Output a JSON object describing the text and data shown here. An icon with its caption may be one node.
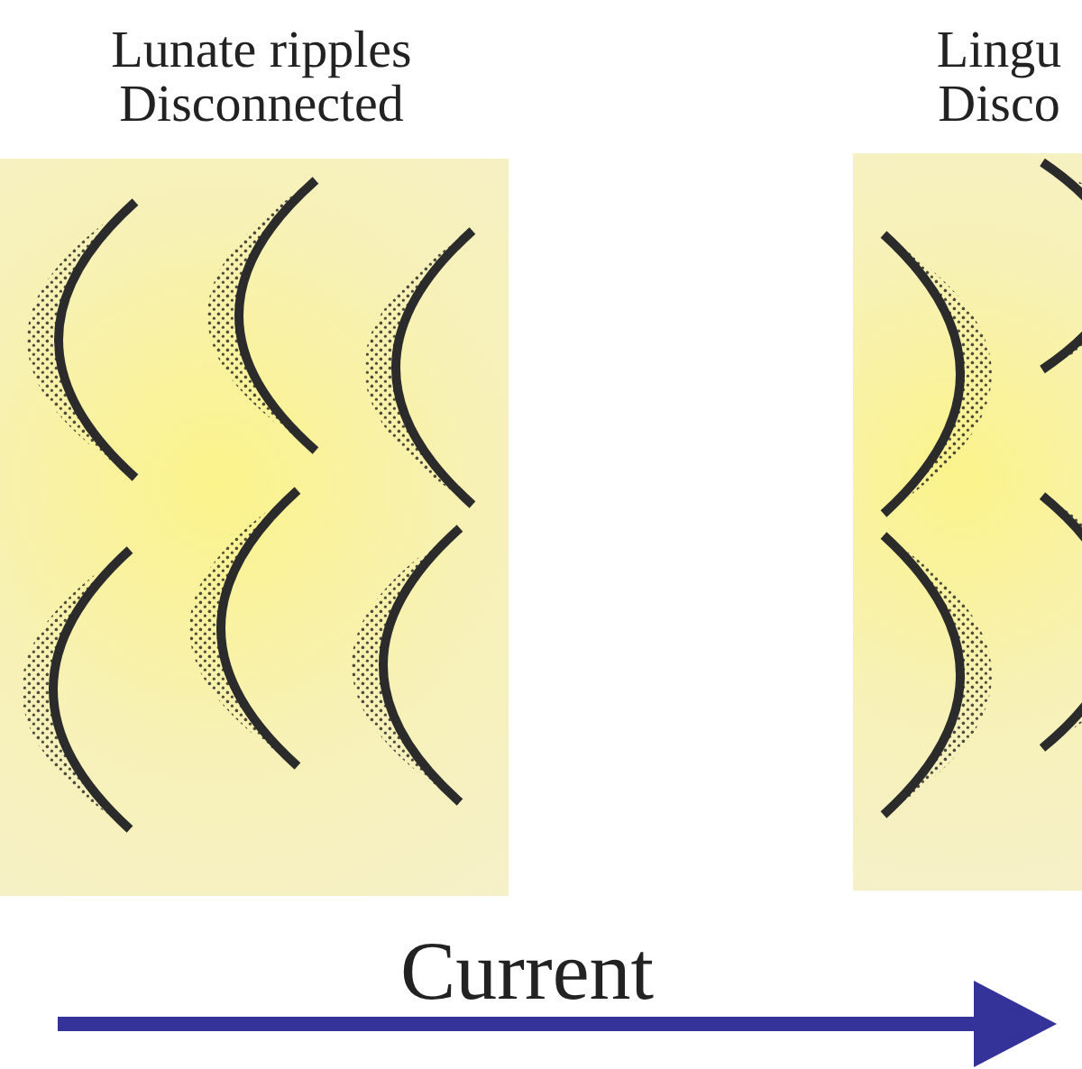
{
  "diagram": {
    "nodes": [
      {
        "text": [
          "Lunate ripples Disconnected"
        ]
      },
      {
        "text": [
          "Lingu Disco"
        ]
      }
    ],
    "edges": [],
    "labels": [
      "Current"
    ]
  }
}
